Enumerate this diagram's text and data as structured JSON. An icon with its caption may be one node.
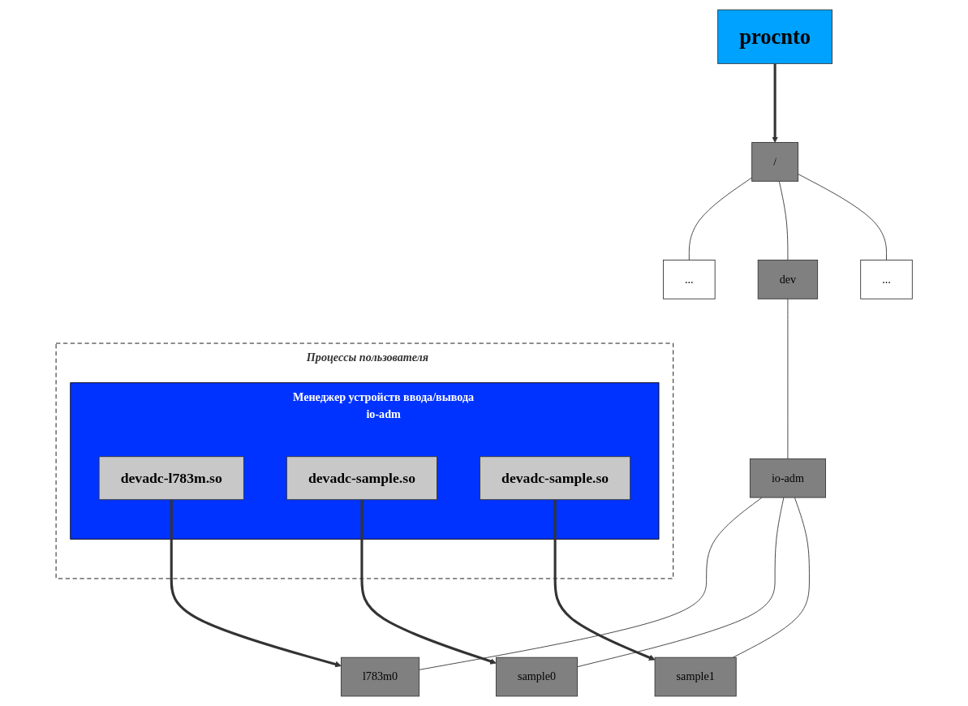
{
  "diagram": {
    "nodes": [
      {
        "text": [
          "Процессы пользователя"
        ]
      },
      {
        "text": [
          "Менеджер устройств ввода/вывода",
          "io-adm"
        ],
        "in": 0
      },
      {
        "text": [
          "devadc-l783m.so"
        ],
        "in": 1
      },
      {
        "text": [
          "devadc-sample.so"
        ],
        "in": 1
      },
      {
        "text": [
          "devadc-sample.so"
        ],
        "in": 1
      },
      {
        "text": [
          "procnto"
        ]
      },
      {
        "text": [
          "/"
        ]
      },
      {
        "text": [
          "..."
        ]
      },
      {
        "text": [
          "dev"
        ]
      },
      {
        "text": [
          "..."
        ]
      },
      {
        "text": [
          "io-adm"
        ]
      },
      {
        "text": [
          "l783m0"
        ]
      },
      {
        "text": [
          "sample0"
        ]
      },
      {
        "text": [
          "sample1"
        ]
      }
    ],
    "edges": [
      {
        "from": 5,
        "to": 6,
        "arrow": "to",
        "style": "thick"
      },
      {
        "from": 6,
        "to": 7,
        "arrow": "none"
      },
      {
        "from": 6,
        "to": 8,
        "arrow": "none"
      },
      {
        "from": 6,
        "to": 9,
        "arrow": "none"
      },
      {
        "from": 8,
        "to": 10,
        "arrow": "none"
      },
      {
        "from": 10,
        "to": 11,
        "arrow": "none"
      },
      {
        "from": 10,
        "to": 12,
        "arrow": "none"
      },
      {
        "from": 10,
        "to": 13,
        "arrow": "none"
      },
      {
        "from": 2,
        "to": 11,
        "arrow": "to",
        "style": "thick"
      },
      {
        "from": 3,
        "to": 12,
        "arrow": "to",
        "style": "thick"
      },
      {
        "from": 4,
        "to": 13,
        "arrow": "to",
        "style": "thick"
      }
    ]
  }
}
